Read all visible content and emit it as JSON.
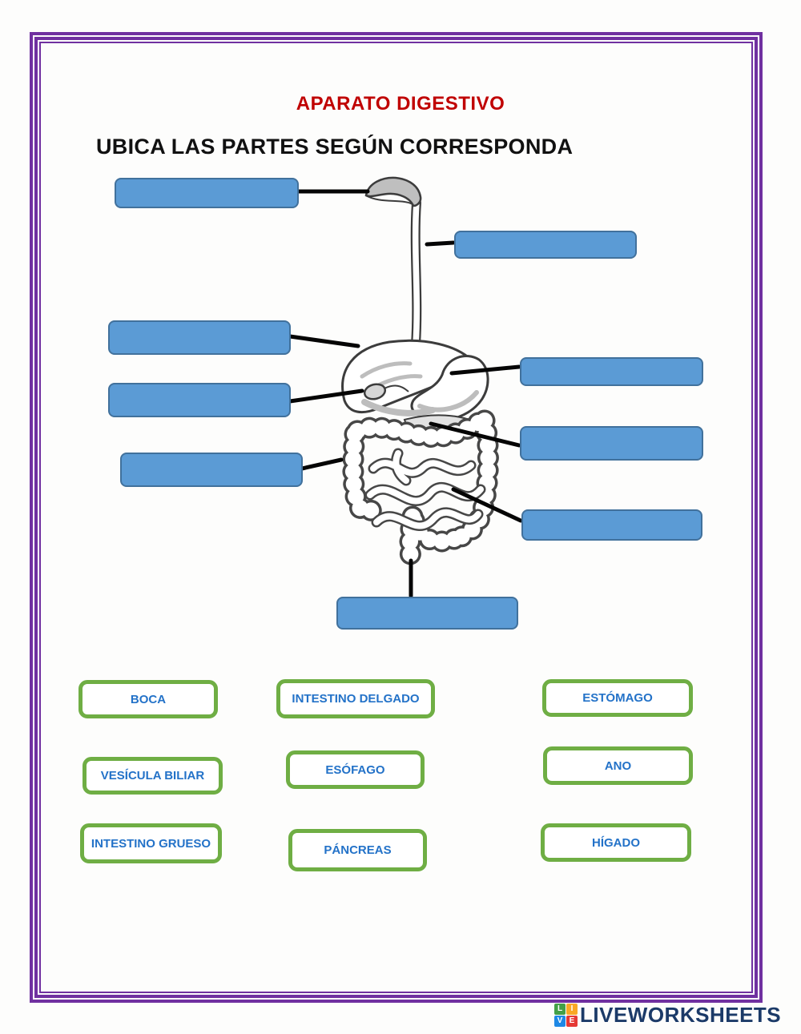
{
  "header": {
    "title": "APARATO DIGESTIVO",
    "subtitle": "UBICA LAS PARTES SEGÚN CORRESPONDA"
  },
  "word_bank": [
    {
      "label": "BOCA"
    },
    {
      "label": "INTESTINO DELGADO"
    },
    {
      "label": "ESTÓMAGO"
    },
    {
      "label": "VESÍCULA BILIAR"
    },
    {
      "label": "ESÓFAGO"
    },
    {
      "label": "ANO"
    },
    {
      "label": "INTESTINO GRUESO"
    },
    {
      "label": "PÁNCREAS"
    },
    {
      "label": "HÍGADO"
    }
  ],
  "footer": {
    "brand": "LIVEWORKSHEETS",
    "logo_tiles": [
      "L",
      "I",
      "V",
      "E"
    ]
  },
  "colors": {
    "title_red": "#C00000",
    "drop_zone_fill": "#5B9BD5",
    "drop_zone_border": "#41719C",
    "word_border_green": "#6FAE44",
    "word_text_blue": "#2372C8",
    "frame_purple": "#7030A0",
    "brand_navy": "#1B3A68",
    "logo_tile_colors": [
      "#43A047",
      "#F9A825",
      "#1E88E5",
      "#E53935"
    ]
  }
}
